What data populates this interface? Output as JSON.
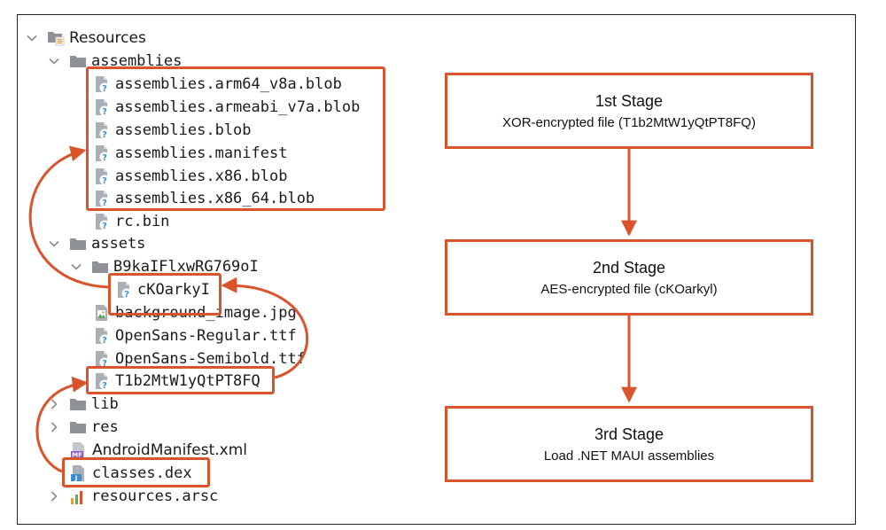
{
  "tree": {
    "resources": "Resources",
    "assemblies_folder": "assemblies",
    "assembly_files": [
      "assemblies.arm64_v8a.blob",
      "assemblies.armeabi_v7a.blob",
      "assemblies.blob",
      "assemblies.manifest",
      "assemblies.x86.blob",
      "assemblies.x86_64.blob"
    ],
    "rc_bin": "rc.bin",
    "assets_folder": "assets",
    "subfolder": "B9kaIFlxwRG769oI",
    "ckoarky": "cKOarkyI",
    "background_image": "background_image.jpg",
    "opensans_regular": "OpenSans-Regular.ttf",
    "opensans_semibold": "OpenSans-Semibold.ttf",
    "t1b2": "T1b2MtW1yQtPT8FQ",
    "lib": "lib",
    "res": "res",
    "android_manifest": "AndroidManifest.xml",
    "classes_dex": "classes.dex",
    "resources_arsc": "resources.arsc"
  },
  "stages": [
    {
      "title": "1st Stage",
      "desc": "XOR-encrypted file (T1b2MtW1yQtPT8FQ)"
    },
    {
      "title": "2nd Stage",
      "desc": "AES-encrypted file (cKOarkyl)"
    },
    {
      "title": "3rd Stage",
      "desc": "Load .NET MAUI assemblies"
    }
  ],
  "colors": {
    "accent": "#d9532b",
    "folder": "#8e9296",
    "file": "#a9afb5",
    "query": "#3a8fd0"
  }
}
